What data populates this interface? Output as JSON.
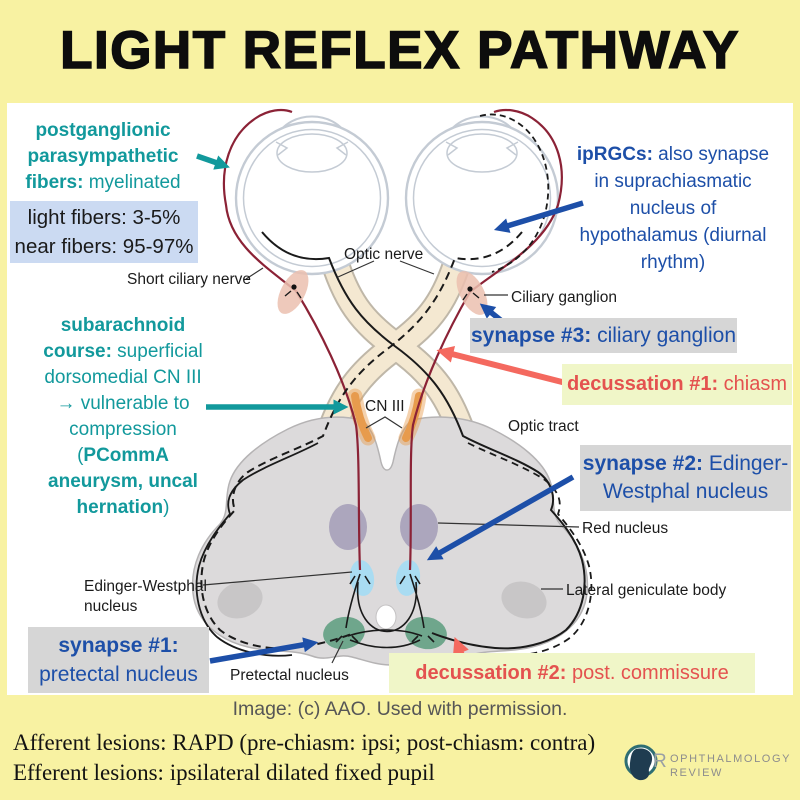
{
  "title": "LIGHT REFLEX PATHWAY",
  "colors": {
    "yellow_band": "#F8F2A2",
    "teal": "#12999C",
    "blue": "#1D4FA8",
    "blue_box": "#CBDAF2",
    "gray_box": "#D6D6D6",
    "red": "#E4524F",
    "salmon": "#F4695F",
    "green_box": "#F0F6C8",
    "maroon": "#8B2236",
    "beige": "#F4E8D1",
    "beige_edge": "#BFB7A8",
    "orange": "#E79B4D",
    "midbrain": "#DCDADB",
    "midbrain_edge": "#B5B3B4",
    "dark_patch": "#C8C6C7",
    "red_nucleus": "#A6A0B9",
    "ew_blue": "#A9DCF2",
    "pretectal_green": "#609E81",
    "ganglion_pink": "#EBBFAF",
    "eye_outline": "#C4CBD4",
    "credit_gray": "#565656",
    "logo_teal": "#2E6E73",
    "logo_navy": "#1F3C50",
    "logo_gray": "#8D8D8D"
  },
  "annotations": {
    "postganglionic": {
      "line1": "postganglionic",
      "line2": "parasympathetic",
      "line3_bold": "fibers:",
      "line3_rest": " myelinated"
    },
    "fiber_box": {
      "line1": "light fibers: 3-5%",
      "line2": "near fibers: 95-97%"
    },
    "iprgc": {
      "bold": "ipRGCs:",
      "line1_rest": " also synapse",
      "line2": "in suprachiasmatic",
      "line3": "nucleus of",
      "line4": "hypothalamus (diurnal",
      "line5": "rhythm)"
    },
    "subarachnoid": {
      "line1": "subarachnoid",
      "line2_bold": "course:",
      "line2_rest": " superficial",
      "line3": "dorsomedial CN III",
      "line4": "→ vulnerable to",
      "line5": "compression",
      "line6_open": "(",
      "line6_bold": "PCommA",
      "line7": "aneurysm, uncal",
      "line8_bold": "hernation",
      "line8_close": ")"
    },
    "synapse3": {
      "bold": "synapse #3:",
      "rest": " ciliary ganglion"
    },
    "decussation1": {
      "bold": "decussation #1:",
      "rest": " chiasm"
    },
    "synapse2": {
      "bold": "synapse #2:",
      "rest": " Edinger-Westphal nucleus"
    },
    "synapse1": {
      "bold": "synapse #1:",
      "rest": "pretectal nucleus"
    },
    "decussation2": {
      "bold": "decussation #2:",
      "rest": " post. commissure"
    }
  },
  "labels": {
    "optic_nerve": "Optic nerve",
    "short_ciliary_nerve": "Short ciliary nerve",
    "ciliary_ganglion": "Ciliary ganglion",
    "cn3": "CN III",
    "optic_tract": "Optic tract",
    "red_nucleus": "Red nucleus",
    "lateral_geniculate": "Lateral geniculate body",
    "edinger_westphal_line1": "Edinger-Westphal",
    "edinger_westphal_line2": "nucleus",
    "pretectal_nucleus": "Pretectal nucleus"
  },
  "credit": "Image: (c) AAO. Used with permission.",
  "footer": {
    "line1": "Afferent lesions: RAPD (pre-chiasm: ipsi; post-chiasm: contra)",
    "line2": "Efferent lesions: ipsilateral dilated fixed pupil"
  },
  "logo": {
    "letter": "R",
    "name_line1": "OPHTHALMOLOGY",
    "name_line2": "REVIEW"
  }
}
